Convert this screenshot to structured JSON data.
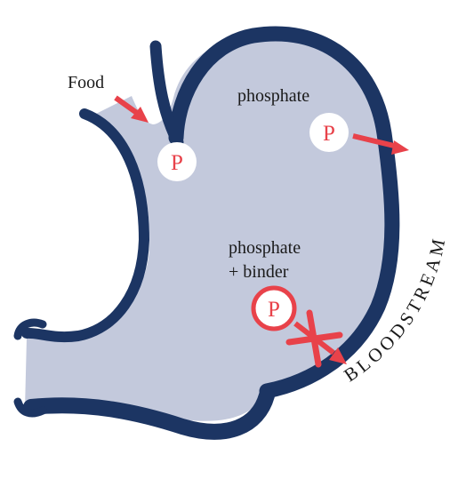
{
  "colors": {
    "stomach_fill": "#c3c9dc",
    "stomach_wall": "#1c3563",
    "arrow": "#e8424a",
    "text": "#1a1a1a",
    "circle_fill": "#ffffff"
  },
  "labels": {
    "food": "Food",
    "phosphate": "phosphate",
    "phosphate_binder_line1": "phosphate",
    "phosphate_binder_line2": "+ binder",
    "bloodstream": "BLOODSTREAM"
  },
  "molecules": {
    "p_symbol": "P"
  },
  "icons": {
    "blocked": "x-mark-icon",
    "arrow": "arrow-icon"
  }
}
